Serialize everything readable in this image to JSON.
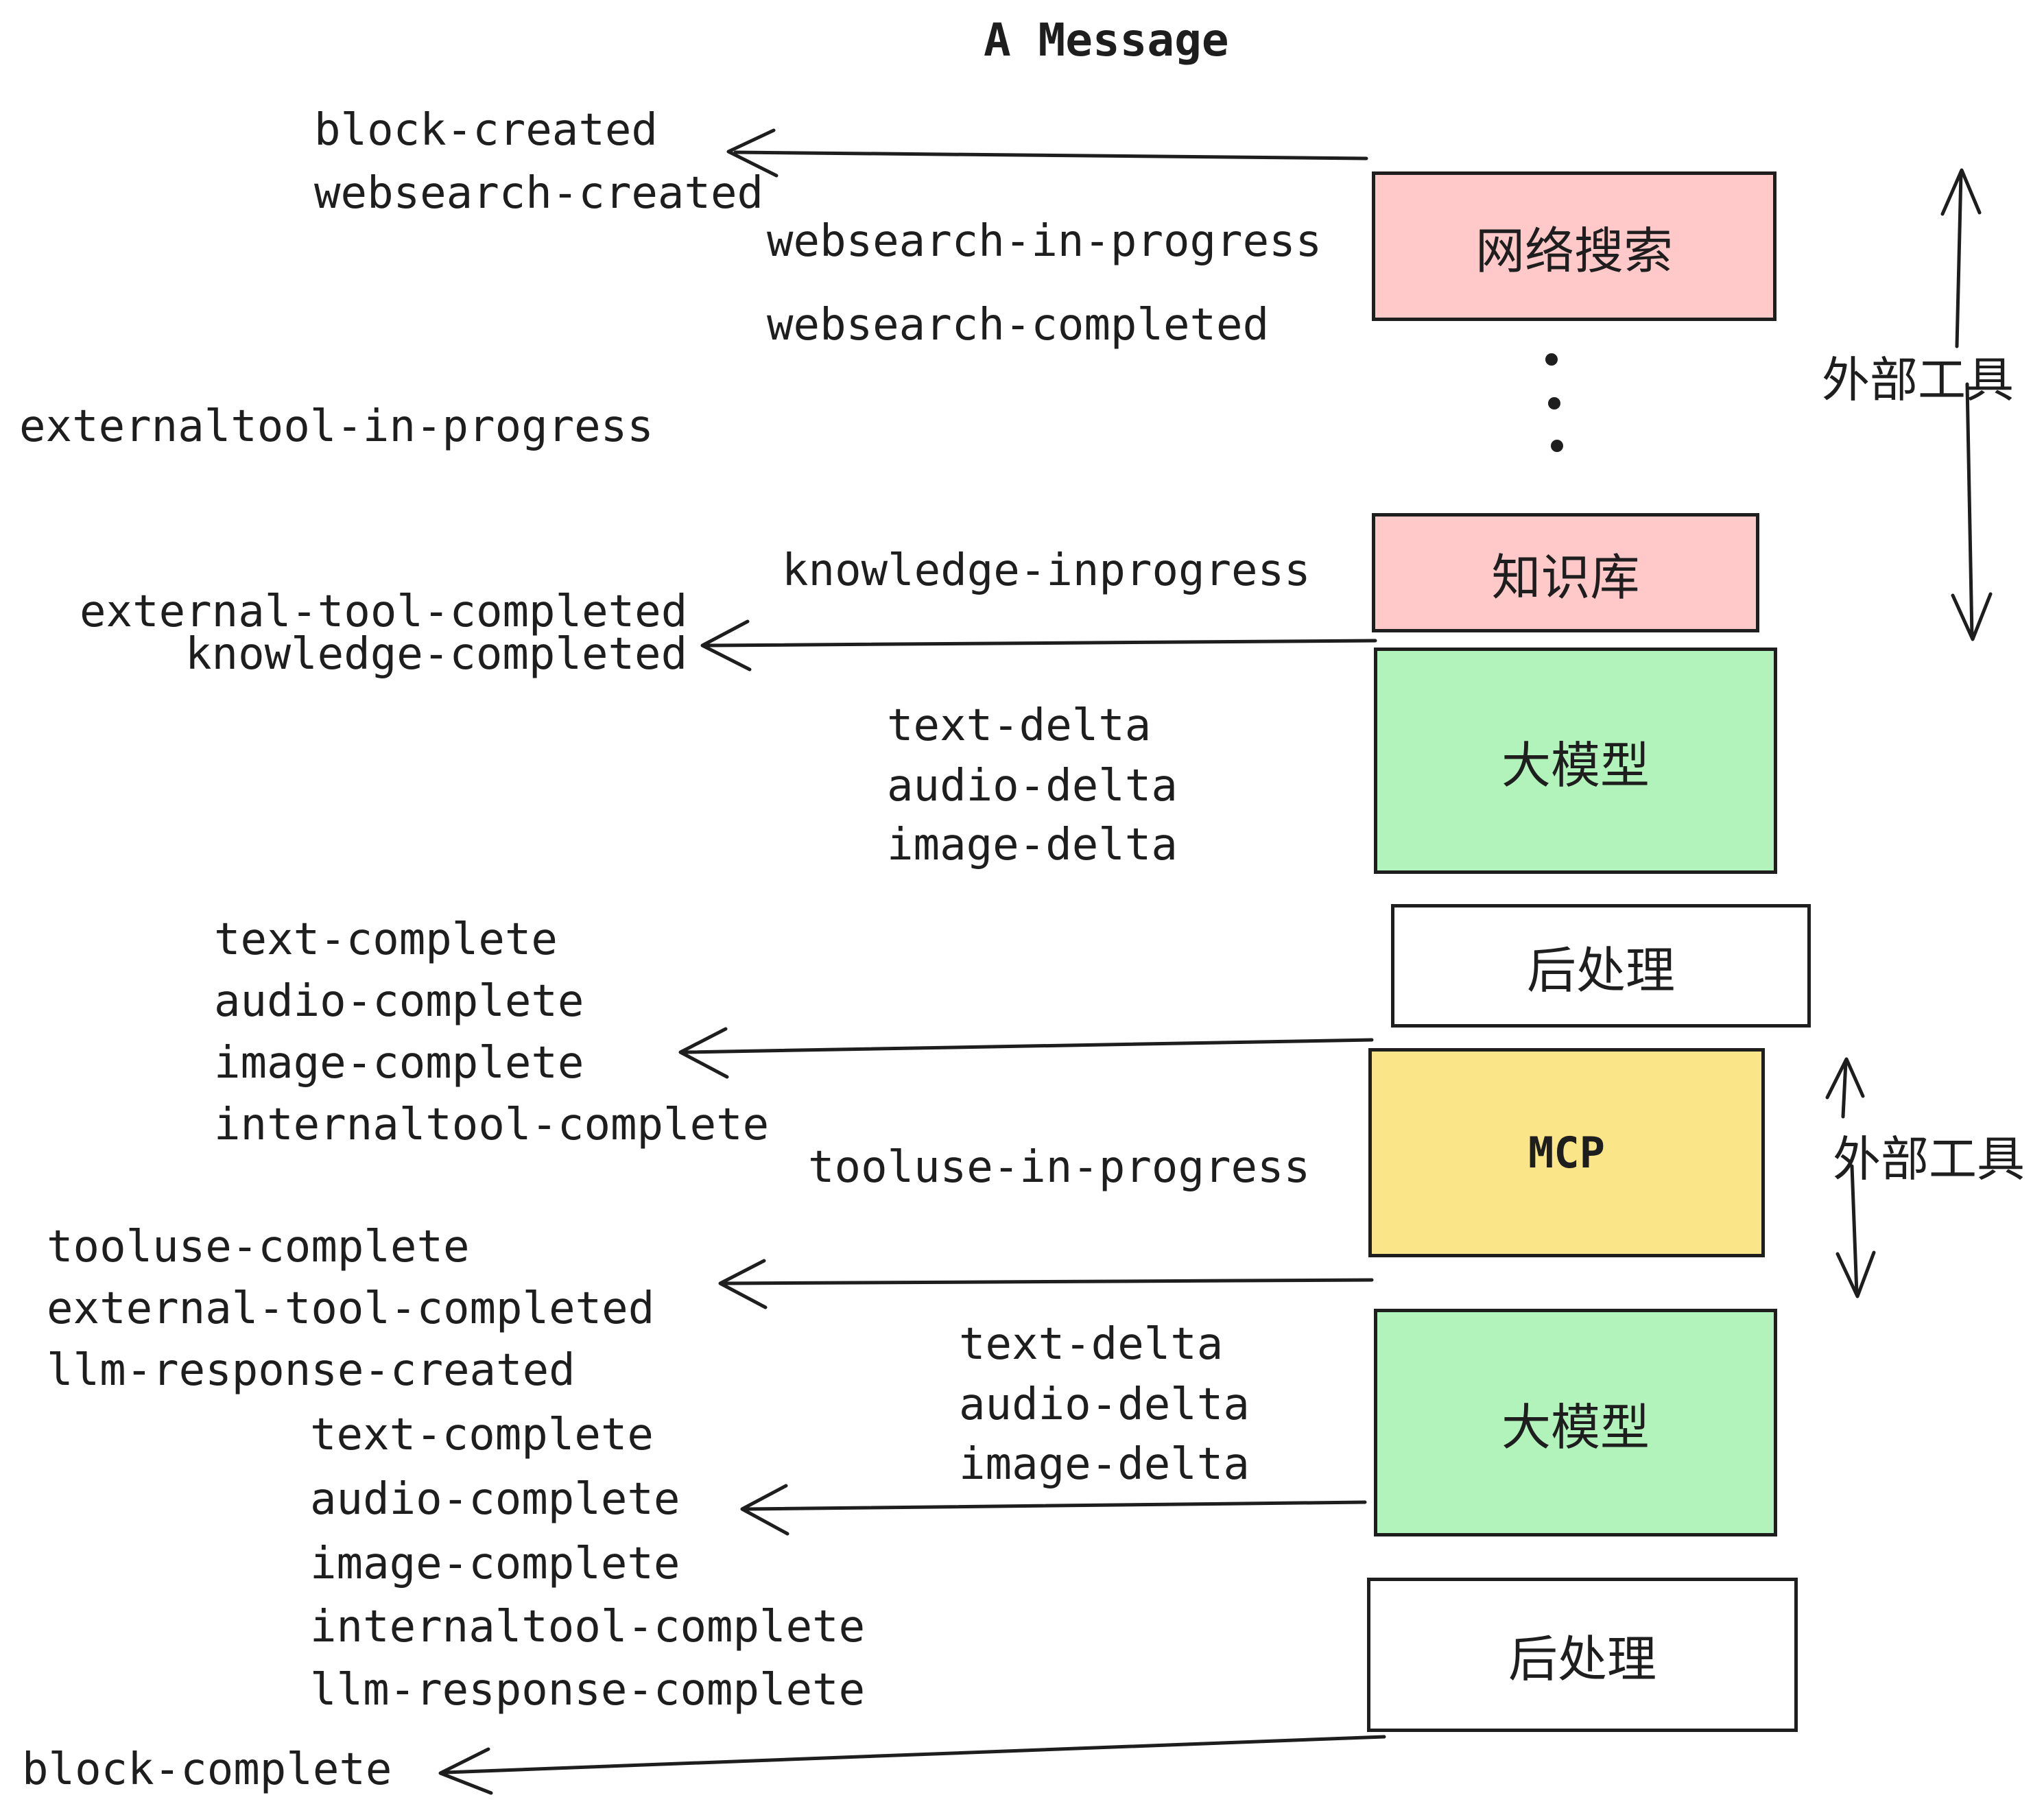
{
  "page": {
    "title": "A Message",
    "background": "#ffffff",
    "ink": "#1e1e1e"
  },
  "nodes": {
    "websearch": {
      "label": "网络搜索",
      "color": "#FFC9C9"
    },
    "knowledge": {
      "label": "知识库",
      "color": "#FFC9C9"
    },
    "llm1": {
      "label": "大模型",
      "color": "#B2F2BB"
    },
    "post1": {
      "label": "后处理",
      "color": "#FFFFFF"
    },
    "mcp": {
      "label": "MCP",
      "color": "#FAE588"
    },
    "llm2": {
      "label": "大模型",
      "color": "#B2F2BB"
    },
    "post2": {
      "label": "后处理",
      "color": "#FFFFFF"
    }
  },
  "side_labels": {
    "external_tools_top": "外部工具",
    "external_tools_mid": "外部工具"
  },
  "events": {
    "block_created": "block-created",
    "websearch_created": "websearch-created",
    "websearch_in_progress": "websearch-in-progress",
    "websearch_completed": "websearch-completed",
    "externaltool_in_progress": "externaltool-in-progress",
    "knowledge_inprogress": "knowledge-inprogress",
    "external_tool_completed": "external-tool-completed",
    "knowledge_completed": "knowledge-completed",
    "text_delta": "text-delta",
    "audio_delta": "audio-delta",
    "image_delta": "image-delta",
    "text_complete": "text-complete",
    "audio_complete": "audio-complete",
    "image_complete": "image-complete",
    "internaltool_complete": "internaltool-complete",
    "tooluse_in_progress": "tooluse-in-progress",
    "tooluse_complete": "tooluse-complete",
    "llm_response_created": "llm-response-created",
    "llm_response_complete": "llm-response-complete",
    "block_complete": "block-complete"
  }
}
